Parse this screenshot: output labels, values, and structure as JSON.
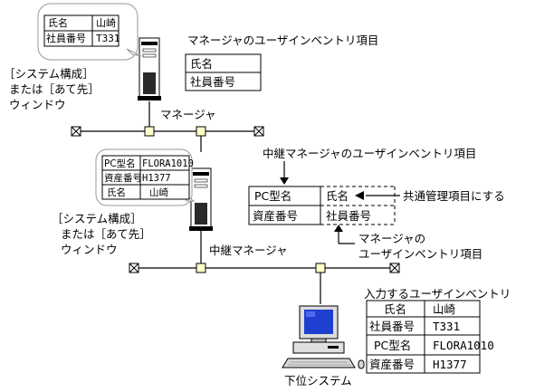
{
  "popup_top": {
    "row1": {
      "label": "氏名",
      "value": "山崎"
    },
    "row2": {
      "label": "社員番号",
      "value": "T331"
    }
  },
  "popup_mid": {
    "row1": {
      "label": "PC型名",
      "value": "FLORA1010"
    },
    "row2": {
      "label": "資産番号",
      "value": "H1377"
    },
    "row3": {
      "label": "氏名",
      "value": "山崎"
    }
  },
  "labels": {
    "manager_inventory_title": "マネージャのユーザインベントリ項目",
    "manager_inv_item1": "氏名",
    "manager_inv_item2": "社員番号",
    "window_label_top_1": "［システム構成］",
    "window_label_top_2": "または［あて先］",
    "window_label_top_3": "ウィンドウ",
    "manager": "マネージャ",
    "relay_inventory_title": "中継マネージャのユーザインベントリ項目",
    "relay_inv_pc_model": "PC型名",
    "relay_inv_asset": "資産番号",
    "relay_inv_name": "氏名",
    "relay_inv_emp": "社員番号",
    "common_item": "共通管理項目にする",
    "manager_inv_note_1": "マネージャの",
    "manager_inv_note_2": "ユーザインベントリ項目",
    "window_label_mid_1": "［システム構成］",
    "window_label_mid_2": "または［あて先］",
    "window_label_mid_3": "ウィンドウ",
    "relay_manager": "中継マネージャ",
    "input_inventory_title": "入力するユーザインベントリ",
    "lower_system": "下位システム"
  },
  "input_table": [
    {
      "label": "氏名",
      "value": "山崎"
    },
    {
      "label": "社員番号",
      "value": "T331"
    },
    {
      "label": "PC型名",
      "value": "FLORA1010"
    },
    {
      "label": "資産番号",
      "value": "H1377"
    }
  ],
  "colors": {
    "node_fill": "#ffffcc",
    "screen_blue": "#1f3fd0",
    "tower_dark": "#2a2a2a"
  }
}
